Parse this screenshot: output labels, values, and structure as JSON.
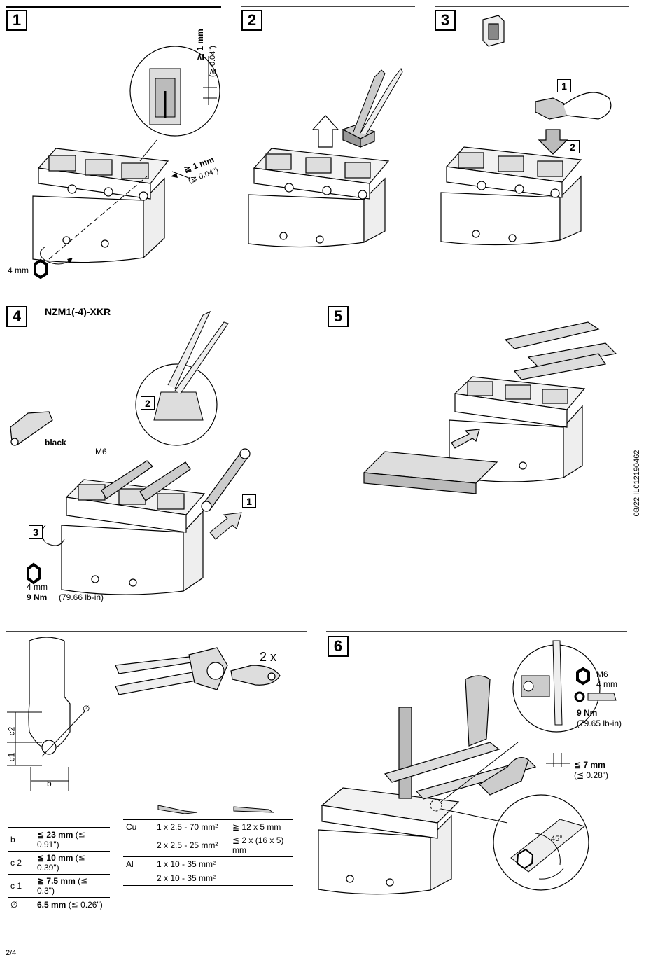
{
  "steps": {
    "s1": "1",
    "s2": "2",
    "s3": "3",
    "s4": "4",
    "s5": "5",
    "s6": "6"
  },
  "step1": {
    "clearance_top_value": "≧ 1 mm",
    "clearance_top_inch": "(≧ 0.04\")",
    "clearance_side_value": "≧ 1 mm",
    "clearance_side_inch": "(≧ 0.04\")",
    "hex_size": "4 mm"
  },
  "step3": {
    "sub1": "1",
    "sub2": "2"
  },
  "step4": {
    "title": "NZM1(-4)-XKR",
    "black_label": "black",
    "m6_label": "M6",
    "sub1": "1",
    "sub2": "2",
    "sub3": "3",
    "hex_size": "4 mm",
    "torque_value": "9 Nm",
    "torque_imperial": "(79.66 lb-in)"
  },
  "side_code": "08/22 IL012190462",
  "lug": {
    "c1": "c1",
    "c2": "c2",
    "b": "b",
    "dia": "∅",
    "crimp_count": "2 x"
  },
  "lug_table": {
    "rows": [
      {
        "k": "b",
        "v": "≦ 23 mm",
        "i": "(≦ 0.91\")"
      },
      {
        "k": "c 2",
        "v": "≦ 10 mm",
        "i": "(≦ 0.39\")"
      },
      {
        "k": "c 1",
        "v": "≧ 7.5 mm",
        "i": "(≦ 0.3\")"
      },
      {
        "k": "∅",
        "v": "6.5 mm",
        "i": "(≦ 0.26\")"
      }
    ]
  },
  "cable_table": {
    "rows": [
      {
        "mat": "Cu",
        "cable": "1 x 2.5 - 70 mm²",
        "bar": "≧ 12 x 5 mm"
      },
      {
        "mat": "",
        "cable": "2 x 2.5 - 25 mm²",
        "bar": "≦ 2 x (16 x 5) mm"
      },
      {
        "mat": "Al",
        "cable": "1 x 10 - 35 mm²",
        "bar": ""
      },
      {
        "mat": "",
        "cable": "2 x 10 - 35 mm²",
        "bar": ""
      }
    ]
  },
  "step6": {
    "m6": "M6",
    "hex": "4 mm",
    "torque_value": "9 Nm",
    "torque_imperial": "(79.65 lb-in)",
    "gap_value": "≦ 7 mm",
    "gap_inch": "(≦ 0.28\")",
    "angle": "45°"
  },
  "page_number": "2/4"
}
